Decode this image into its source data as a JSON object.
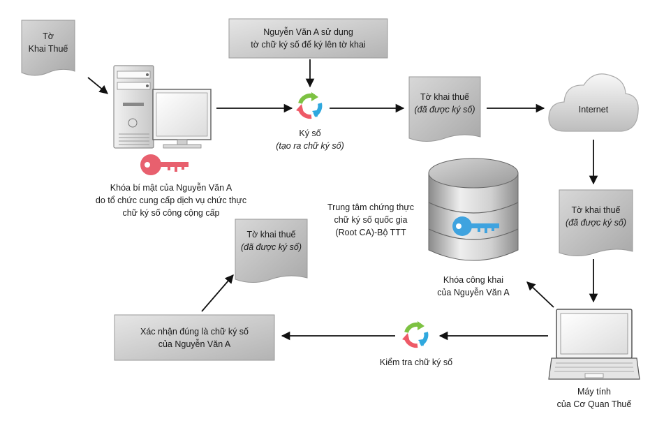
{
  "doc_tax_form_1": {
    "line1": "Tờ",
    "line2": "Khai Thuế"
  },
  "sign_instruction": {
    "line1": "Nguyễn Văn A sử dụng",
    "line2": "tờ chữ ký số để ký lên tờ khai"
  },
  "sign_step": {
    "label": "Ký số",
    "sublabel": "(tạo ra chữ ký số)"
  },
  "signed_form_top": {
    "line1": "Tờ khai thuế",
    "line2": "(đã được ký số)"
  },
  "internet": {
    "label": "Internet"
  },
  "private_key": {
    "line1": "Khóa bí mật của Nguyễn Văn A",
    "line2": "do tổ chức cung cấp dịch vụ chức thực",
    "line3": "chữ ký số công cộng cấp"
  },
  "root_ca": {
    "line1": "Trung tâm chứng thực",
    "line2": "chữ ký số quốc gia",
    "line3": "(Root CA)-Bộ TTT"
  },
  "public_key": {
    "line1": "Khóa công khai",
    "line2": "của Nguyễn Văn A"
  },
  "signed_form_right": {
    "line1": "Tờ khai thuế",
    "line2": "(đã được ký số)"
  },
  "signed_form_mid": {
    "line1": "Tờ khai thuế",
    "line2": "(đã được ký số)"
  },
  "confirm_box": {
    "line1": "Xác nhận đúng là chữ ký số",
    "line2": "của Nguyễn Văn A"
  },
  "verify_step": {
    "label": "Kiểm tra chữ ký số"
  },
  "tax_office_laptop": {
    "line1": "Máy tính",
    "line2": "của Cơ Quan Thuế"
  },
  "colors": {
    "key_private": "#e8606e",
    "key_public": "#3fa3df",
    "arrow_green": "#7dc242",
    "arrow_blue": "#2fa8de",
    "arrow_red": "#ee5a67",
    "doc_fill": "#d4d4d4"
  }
}
